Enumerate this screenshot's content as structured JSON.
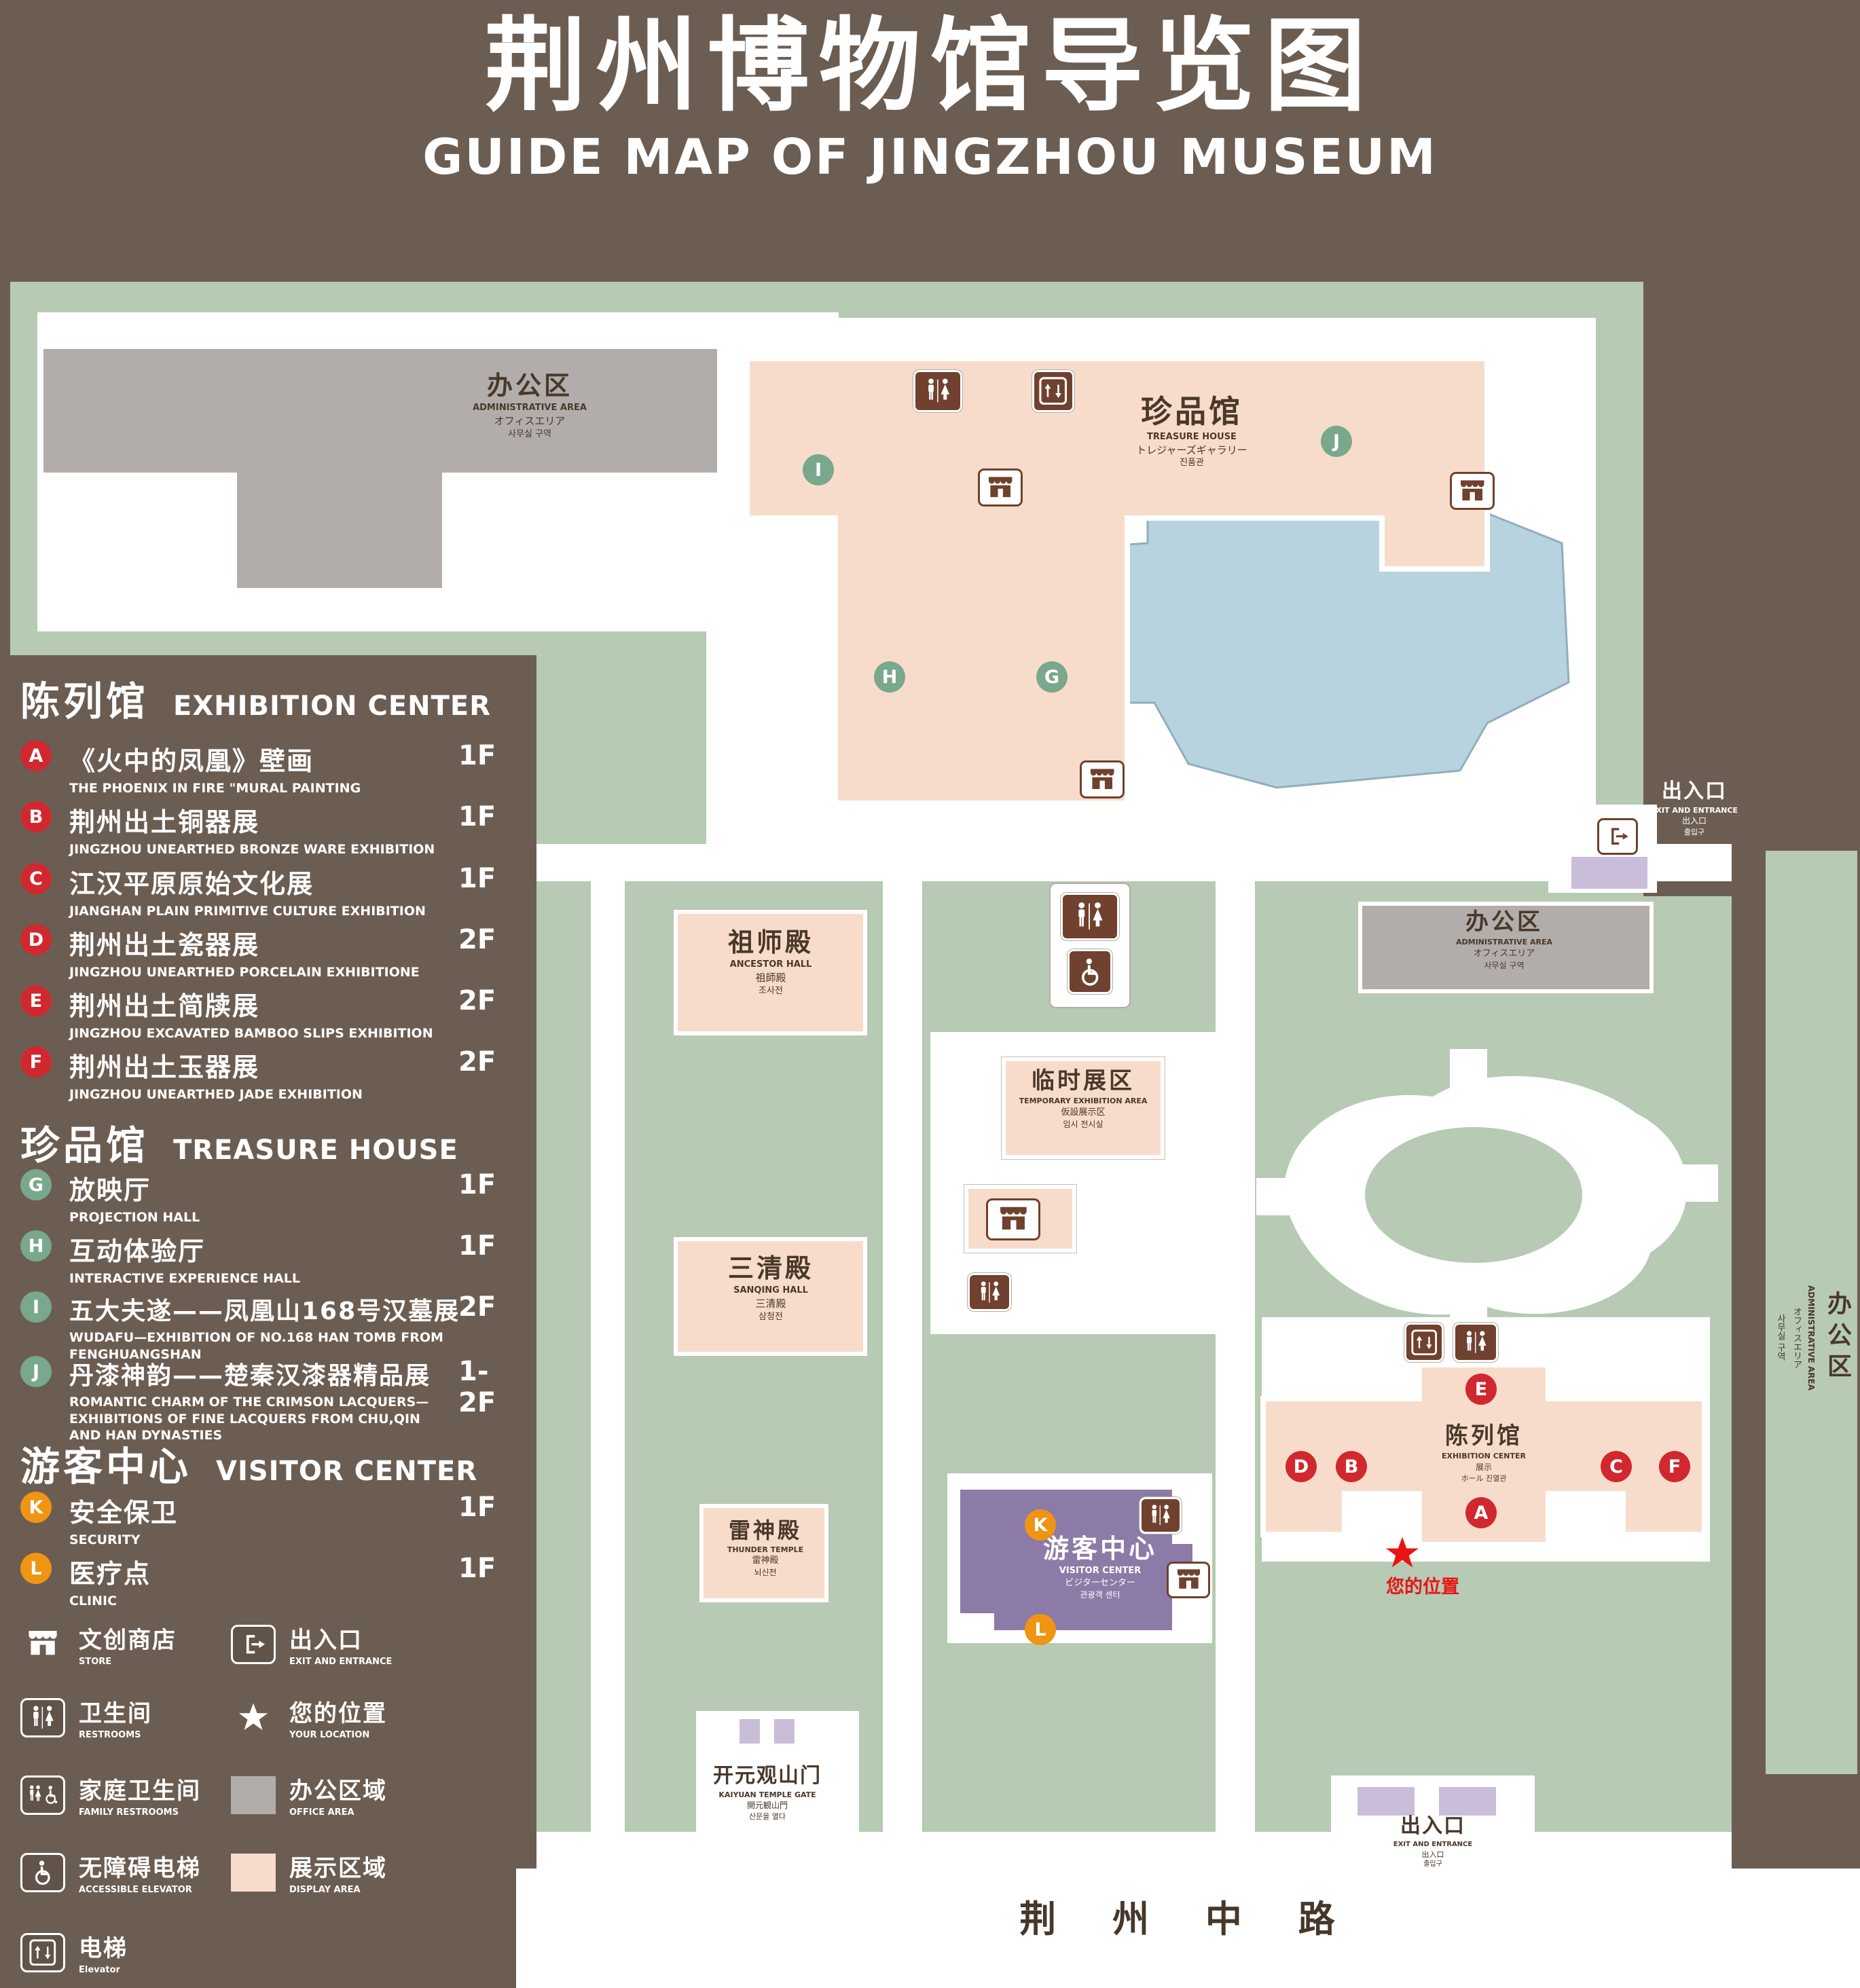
{
  "title": {
    "zh": "荆州博物馆导览图",
    "en": "GUIDE MAP OF JINGZHOU MUSEUM"
  },
  "colors": {
    "background": "#6c5d52",
    "lawn": "#b6cab4",
    "display_area": "#f8dccb",
    "office_area": "#b2adaa",
    "water": "#b7d3df",
    "visitor_center": "#8c7aa7",
    "gate_purple": "#cabdd9",
    "marker_red": "#d0282e",
    "marker_green": "#79a88c",
    "marker_orange": "#ef9413",
    "icon_brown": "#6f412e",
    "location_red": "#e81515"
  },
  "legend": {
    "sections": [
      {
        "zh": "陈列馆",
        "en": "EXHIBITION CENTER",
        "items": [
          {
            "key": "A",
            "zh": "《火中的凤凰》壁画",
            "en": "THE PHOENIX IN FIRE \"MURAL PAINTING",
            "floor": "1F"
          },
          {
            "key": "B",
            "zh": "荆州出土铜器展",
            "en": "JINGZHOU UNEARTHED BRONZE WARE EXHIBITION",
            "floor": "1F"
          },
          {
            "key": "C",
            "zh": "江汉平原原始文化展",
            "en": "JIANGHAN PLAIN PRIMITIVE CULTURE EXHIBITION",
            "floor": "1F"
          },
          {
            "key": "D",
            "zh": "荆州出土瓷器展",
            "en": "JINGZHOU UNEARTHED PORCELAIN EXHIBITIONE",
            "floor": "2F"
          },
          {
            "key": "E",
            "zh": "荆州出土简牍展",
            "en": "JINGZHOU EXCAVATED BAMBOO SLIPS EXHIBITION",
            "floor": "2F"
          },
          {
            "key": "F",
            "zh": "荆州出土玉器展",
            "en": "JINGZHOU UNEARTHED JADE EXHIBITION",
            "floor": "2F"
          }
        ]
      },
      {
        "zh": "珍品馆",
        "en": "TREASURE HOUSE",
        "items": [
          {
            "key": "G",
            "zh": "放映厅",
            "en": "PROJECTION HALL",
            "floor": "1F"
          },
          {
            "key": "H",
            "zh": "互动体验厅",
            "en": "INTERACTIVE EXPERIENCE HALL",
            "floor": "1F"
          },
          {
            "key": "I",
            "zh": "五大夫遂——凤凰山168号汉墓展",
            "en": "WUDAFU—EXHIBITION OF NO.168 HAN TOMB FROM FENGHUANGSHAN",
            "floor": "2F"
          },
          {
            "key": "J",
            "zh": "丹漆神韵——楚秦汉漆器精品展",
            "en": "ROMANTIC CHARM OF THE CRIMSON LACQUERS—EXHIBITIONS OF FINE LACQUERS FROM CHU,QIN AND HAN DYNASTIES",
            "floor": "1-2F"
          }
        ]
      },
      {
        "zh": "游客中心",
        "en": "VISITOR CENTER",
        "items": [
          {
            "key": "K",
            "zh": "安全保卫",
            "en": "SECURITY",
            "floor": "1F"
          },
          {
            "key": "L",
            "zh": "医疗点",
            "en": "CLINIC",
            "floor": "1F"
          }
        ]
      }
    ],
    "symbols": {
      "store": {
        "zh": "文创商店",
        "en": "STORE"
      },
      "exit": {
        "zh": "出入口",
        "en": "EXIT AND ENTRANCE"
      },
      "restroom": {
        "zh": "卫生间",
        "en": "RESTROOMS"
      },
      "location": {
        "zh": "您的位置",
        "en": "YOUR LOCATION"
      },
      "family": {
        "zh": "家庭卫生间",
        "en": "FAMILY RESTROOMS"
      },
      "office": {
        "zh": "办公区域",
        "en": "OFFICE AREA"
      },
      "accessible": {
        "zh": "无障碍电梯",
        "en": "ACCESSIBLE ELEVATOR"
      },
      "display": {
        "zh": "展示区域",
        "en": "DISPLAY AREA"
      },
      "elevator": {
        "zh": "电梯",
        "en": "Elevator"
      }
    }
  },
  "map": {
    "buildings": {
      "admin_top": {
        "zh": "办公区",
        "en": "ADMINISTRATIVE AREA",
        "subs": [
          "オフィスエリア",
          "사무실 구역"
        ]
      },
      "treasure": {
        "zh": "珍品馆",
        "en": "TREASURE HOUSE",
        "subs": [
          "トレジャーズギャラリー",
          "진품관"
        ]
      },
      "ancestor": {
        "zh": "祖师殿",
        "en": "ANCESTOR HALL",
        "subs": [
          "祖師殿",
          "조사전"
        ]
      },
      "temporary": {
        "zh": "临时展区",
        "en": "TEMPORARY EXHIBITION AREA",
        "subs": [
          "仮設展示区",
          "임시 전시실"
        ]
      },
      "admin_right": {
        "zh": "办公区",
        "en": "ADMINISTRATIVE AREA",
        "subs": [
          "オフィスエリア",
          "사무실 구역"
        ]
      },
      "admin_strip": {
        "zh": "办公区",
        "en": "ADMINISTRATIVE AREA",
        "subs": [
          "オフィスエリア",
          "사무실 구역"
        ]
      },
      "sanqing": {
        "zh": "三清殿",
        "en": "SANQING HALL",
        "subs": [
          "三清殿",
          "삼청전"
        ]
      },
      "thunder": {
        "zh": "雷神殿",
        "en": "THUNDER TEMPLE",
        "subs": [
          "雷神殿",
          "뇌신전"
        ]
      },
      "visitor": {
        "zh": "游客中心",
        "en": "VISITOR CENTER",
        "subs": [
          "ビジターセンター",
          "관광객 센터"
        ]
      },
      "exhibition": {
        "zh": "陈列馆",
        "en": "EXHIBITION CENTER",
        "subs": [
          "展示",
          "ホール 진열관"
        ]
      }
    },
    "labels": {
      "exit_top": {
        "zh": "出入口",
        "en": "EXIT AND ENTRANCE",
        "subs": [
          "出入口",
          "출입구"
        ]
      },
      "exit_bottom": {
        "zh": "出入口",
        "en": "EXIT AND ENTRANCE",
        "subs": [
          "出入口",
          "출입구"
        ]
      },
      "gate": {
        "zh": "开元观山门",
        "en": "KAIYUAN TEMPLE GATE",
        "subs": [
          "開元観山門",
          "산문을 열다"
        ]
      },
      "road": "荆 州 中 路",
      "your_location": "您的位置"
    },
    "markers": {
      "exhibition": [
        "A",
        "B",
        "C",
        "D",
        "E",
        "F"
      ],
      "treasure": [
        "G",
        "H",
        "I",
        "J"
      ],
      "visitor": [
        "K",
        "L"
      ]
    }
  }
}
